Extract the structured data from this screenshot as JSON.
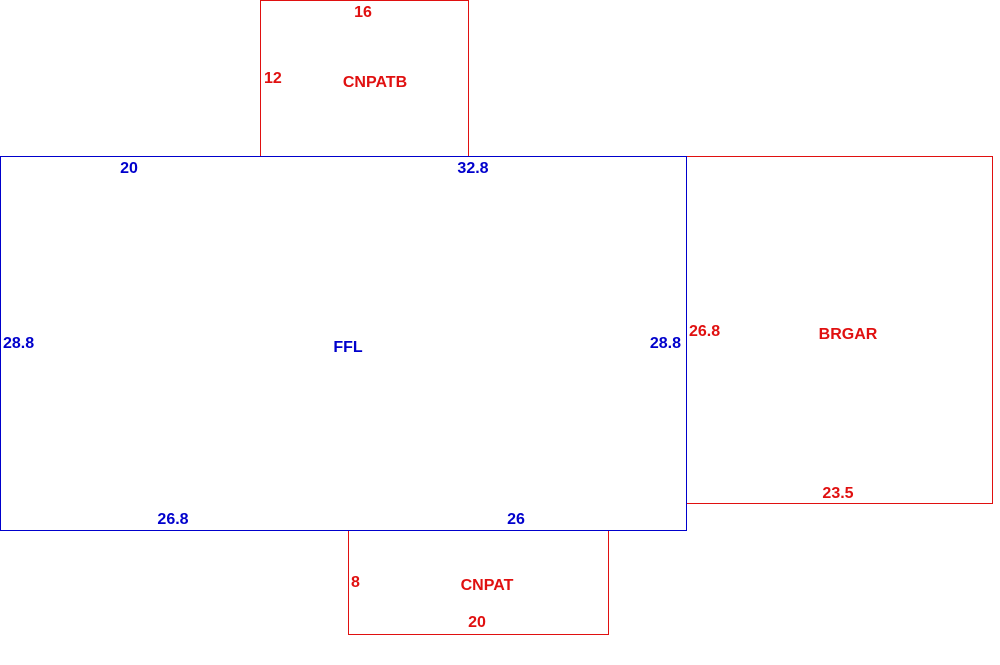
{
  "colors": {
    "main": "#0000cc",
    "addition": "#e01010",
    "background": "#ffffff"
  },
  "areas": {
    "ffl": {
      "label": "FFL",
      "dims": {
        "top_left": "20",
        "top_right": "32.8",
        "left": "28.8",
        "right": "28.8",
        "bottom_left": "26.8",
        "bottom_right": "26"
      }
    },
    "cnpatb": {
      "label": "CNPATB",
      "dims": {
        "top": "16",
        "left": "12"
      }
    },
    "brgar": {
      "label": "BRGAR",
      "dims": {
        "left": "26.8",
        "bottom": "23.5"
      }
    },
    "cnpat": {
      "label": "CNPAT",
      "dims": {
        "left": "8",
        "bottom": "20"
      }
    }
  }
}
